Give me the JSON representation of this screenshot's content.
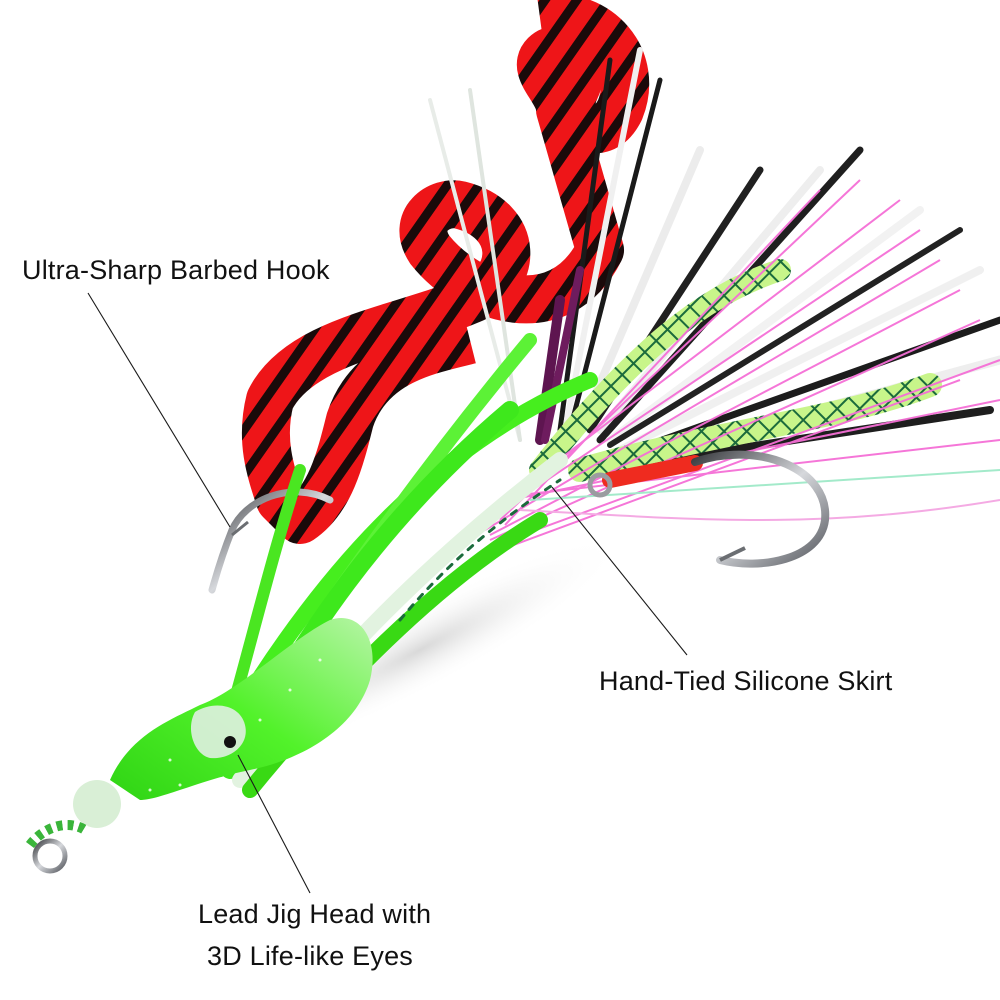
{
  "callouts": {
    "hook": "Ultra-Sharp Barbed Hook",
    "skirt": "Hand-Tied Silicone Skirt",
    "head_line1": "Lead Jig Head with",
    "head_line2": "3D Life-like Eyes"
  },
  "colors": {
    "background": "#ffffff",
    "body_green": "#3ee81c",
    "glow": "#d8efd8",
    "ribbon_red": "#e8161a",
    "skirt_pink": "#f56fd6",
    "skirt_purple": "#6a1a5a",
    "hook_steel": "#8a8d92",
    "callout_line": "#1a1a1a"
  }
}
